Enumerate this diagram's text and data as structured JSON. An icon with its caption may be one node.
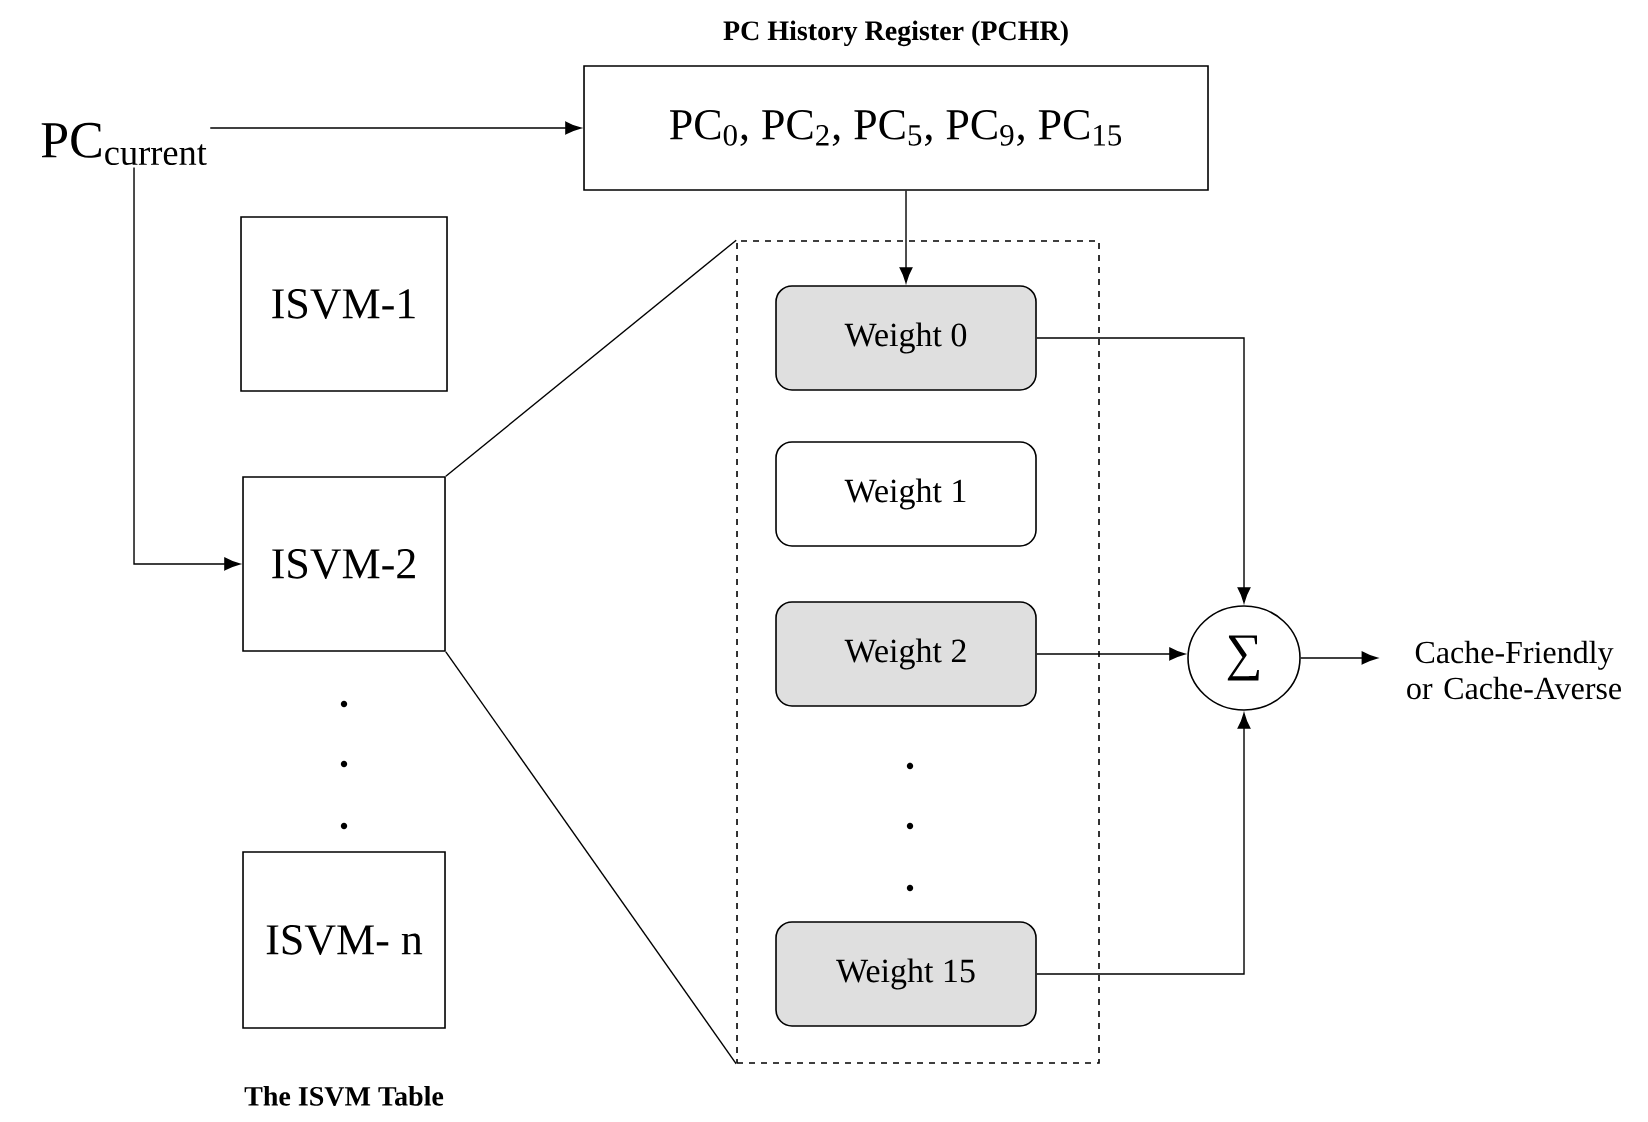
{
  "diagram": {
    "nodes": [
      {
        "text": [
          "PC$_{current}$"
        ]
      },
      {
        "text": [
          "PC History Register (PCHR)",
          "PC$_{0}$, PC$_{2}$, PC$_{5}$, PC$_{9}$, PC$_{15}$"
        ]
      },
      {
        "text": [
          "ISVM-1"
        ]
      },
      {
        "text": [
          "ISVM-2"
        ]
      },
      {
        "text": [
          "ISVM- n"
        ]
      },
      {
        "text": [],
        "shape": "box"
      },
      {
        "text": [
          "Weight 0"
        ],
        "in": 5
      },
      {
        "text": [
          "Weight 1"
        ],
        "in": 5
      },
      {
        "text": [
          "Weight 2"
        ],
        "in": 5
      },
      {
        "text": [
          "Weight 15"
        ],
        "in": 5
      },
      {
        "text": [
          "∑"
        ]
      },
      {
        "text": [
          "Cache-Friendly or Cache-Averse"
        ]
      }
    ],
    "edges": [
      {
        "from": 0,
        "to": 1,
        "arrow": "to"
      },
      {
        "from": 0,
        "to": 3,
        "arrow": "to"
      },
      {
        "from": 3,
        "to": 5,
        "arrow": "none"
      },
      {
        "from": 3,
        "to": 5,
        "arrow": "none"
      },
      {
        "from": 1,
        "to": 6,
        "arrow": "to"
      },
      {
        "from": 6,
        "to": 10,
        "arrow": "to"
      },
      {
        "from": 8,
        "to": 10,
        "arrow": "to"
      },
      {
        "from": 9,
        "to": 10,
        "arrow": "to"
      },
      {
        "from": 10,
        "to": 11,
        "arrow": "to"
      }
    ],
    "labels": [
      "The ISVM Table"
    ]
  }
}
